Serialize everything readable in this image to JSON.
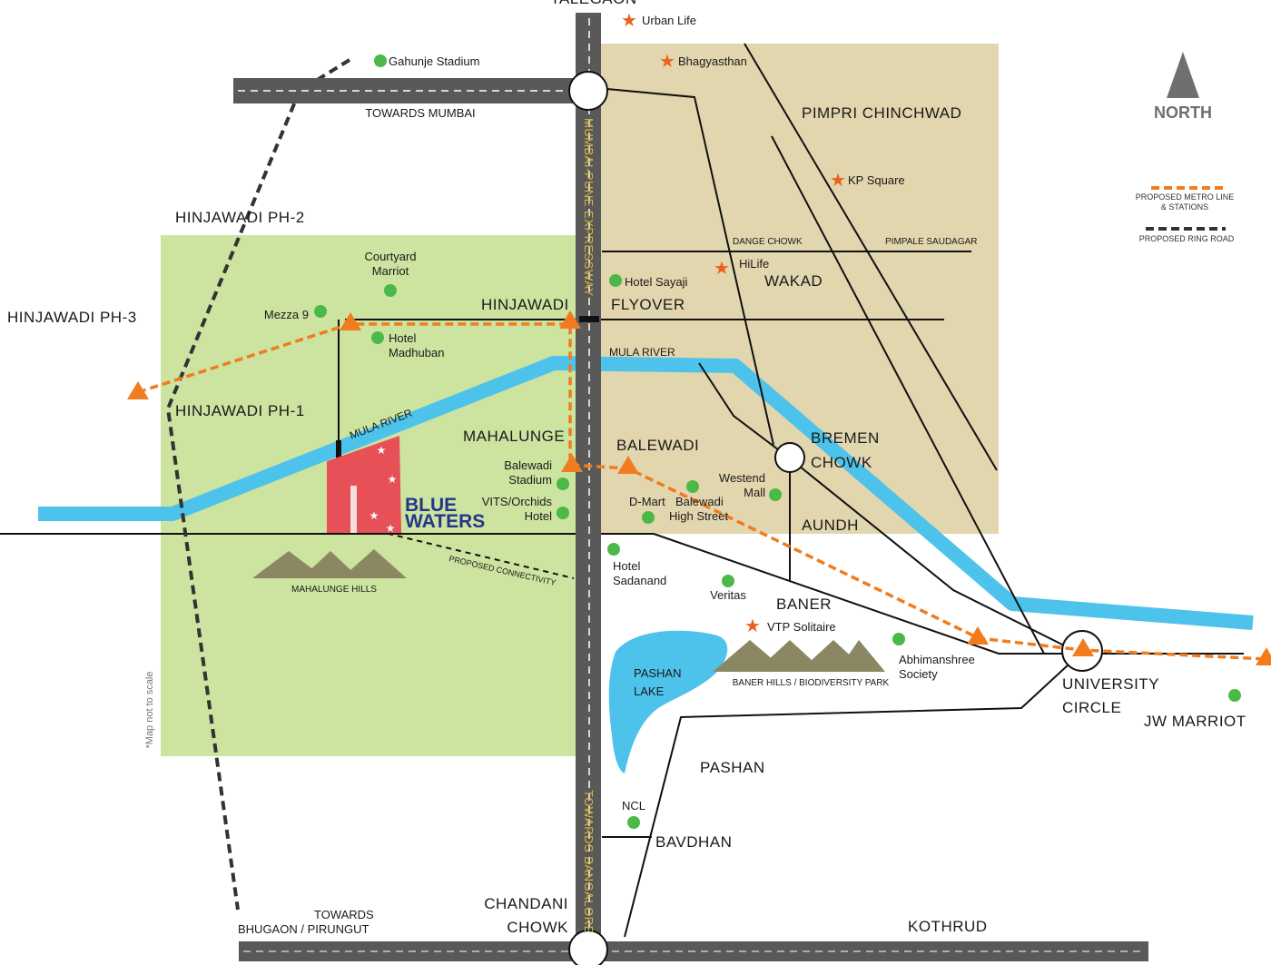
{
  "compass": {
    "label": "NORTH"
  },
  "legend": {
    "metro": "PROPOSED METRO LINE",
    "metro_sub": "& STATIONS",
    "ring": "PROPOSED RING ROAD"
  },
  "colors": {
    "zone_green": "#cde3a0",
    "zone_tan": "#e2d6ae",
    "river": "#4dc3ec",
    "road": "#595959",
    "metro": "#f07c1f",
    "marker_green": "#4cb848",
    "star": "#e8641e",
    "plot": "#e85058",
    "hills": "#8a8762",
    "brand": "#25368a"
  },
  "project": {
    "line1": "BLUE",
    "line2": "WATERS"
  },
  "areas": {
    "talegaon": "TALEGAON",
    "pimpri": "PIMPRI CHINCHWAD",
    "hinjawadi_ph2": "HINJAWADI PH-2",
    "hinjawadi_ph3": "HINJAWADI PH-3",
    "hinjawadi_ph1": "HINJAWADI PH-1",
    "hinjawadi": "HINJAWADI",
    "flyover": "FLYOVER",
    "wakad": "WAKAD",
    "mahalunge": "MAHALUNGE",
    "balewadi": "BALEWADI",
    "bremen1": "BREMEN",
    "bremen2": "CHOWK",
    "aundh": "AUNDH",
    "baner": "BANER",
    "university1": "UNIVERSITY",
    "university2": "CIRCLE",
    "jw": "JW MARRIOT",
    "pashan": "PASHAN",
    "bavdhan": "BAVDHAN",
    "chandani1": "CHANDANI",
    "chandani2": "CHOWK",
    "kothrud": "KOTHRUD",
    "pashan_lake1": "PASHAN",
    "pashan_lake2": "LAKE"
  },
  "roads": {
    "mumbai": "TOWARDS MUMBAI",
    "expressway": "MUMBAI-PUNE EXPRESSWAY",
    "bangalore": "TOWARDS BANGALORE",
    "bhugaon1": "TOWARDS",
    "bhugaon2": "BHUGAON / PIRUNGUT",
    "dange": "DANGE  CHOWK",
    "pimpale": "PIMPALE SAUDAGAR",
    "mula_river_left": "MULA RIVER",
    "mula_river_right": "MULA   RIVER",
    "proposed_conn": "PROPOSED CONNECTIVITY",
    "mahalunge_hills": "MAHALUNGE HILLS",
    "baner_hills": "BANER HILLS / BIODIVERSITY PARK"
  },
  "landmarks": {
    "urban_life": "Urban Life",
    "bhagyasthan": "Bhagyasthan",
    "kp_square": "KP Square",
    "hilife": "HiLife",
    "vtp": "VTP Solitaire",
    "gahunje": "Gahunje Stadium",
    "courtyard1": "Courtyard",
    "courtyard2": "Marriot",
    "mezza": "Mezza 9",
    "madhuban1": "Hotel",
    "madhuban2": "Madhuban",
    "sayaji": "Hotel Sayaji",
    "balewadi_stadium1": "Balewadi",
    "balewadi_stadium2": "Stadium",
    "vits1": "VITS/Orchids",
    "vits2": "Hotel",
    "dmart": "D-Mart",
    "balewadi_hs1": "Balewadi",
    "balewadi_hs2": "High Street",
    "westend1": "Westend",
    "westend2": "Mall",
    "sadanand1": "Hotel",
    "sadanand2": "Sadanand",
    "veritas": "Veritas",
    "abhimanshree1": "Abhimanshree",
    "abhimanshree2": "Society",
    "ncl": "NCL"
  },
  "note": "*Map not to scale"
}
